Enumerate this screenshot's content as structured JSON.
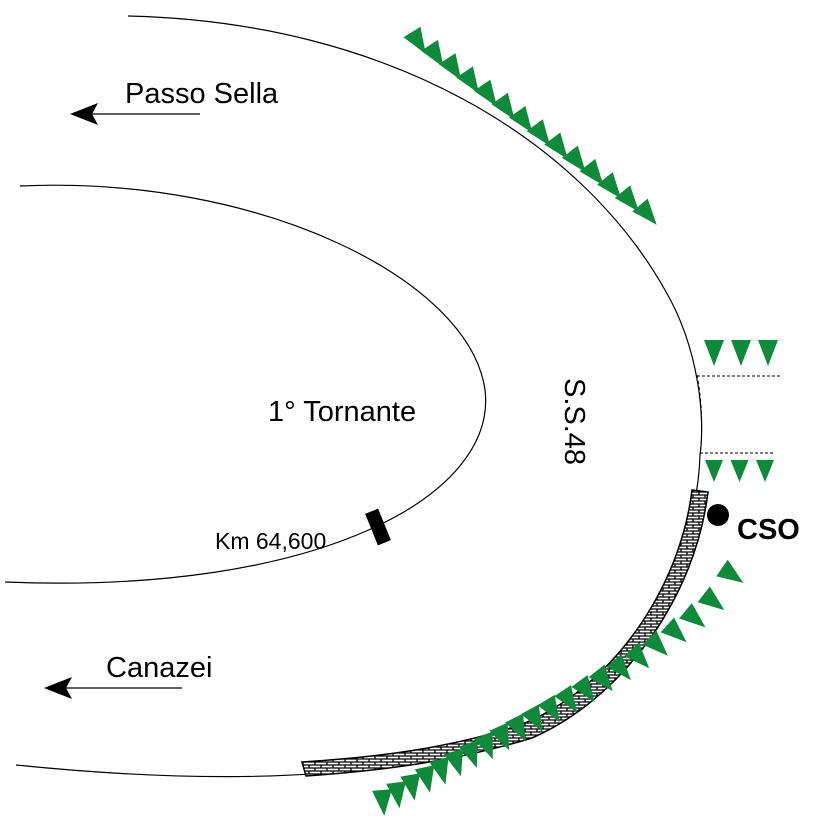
{
  "labels": {
    "passo_sella": "Passo Sella",
    "tornante": "1° Tornante",
    "road": "S.S.48",
    "km": "Km 64,600",
    "cso": "CSO",
    "canazei": "Canazei"
  },
  "colors": {
    "vegetation": "#0f8a3b",
    "line": "#000000",
    "background": "#ffffff"
  },
  "icons": {
    "vegetation": "triangle-marker",
    "arrow": "arrow-left",
    "wall": "hatched-retaining-wall",
    "station": "filled-circle"
  }
}
